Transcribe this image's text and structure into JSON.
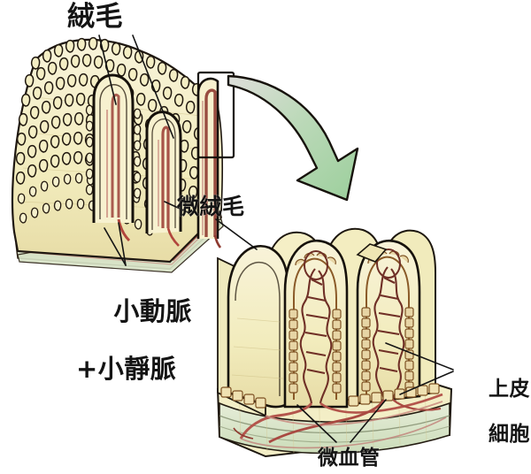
{
  "figure": {
    "kind": "biology-illustration",
    "subject": "Small intestine villi and microvilli structure with capillaries",
    "background_color": "#ffffff",
    "palette": {
      "tissue_cream": "#f3edbe",
      "tissue_cream_light": "#f7f2d4",
      "tissue_shadow": "#e4d9a0",
      "outline_dark": "#1a1410",
      "outline_brown": "#6b4a22",
      "epithelium_tan": "#c99a55",
      "vessel_red": "#b5413f",
      "vessel_pink": "#d98f86",
      "vessel_dark_red": "#7c2d28",
      "muscle_green": "#cfe0c0",
      "arrow_green": "#a9d4a8",
      "label_black": "#141414"
    },
    "panels": [
      {
        "name": "overview-block",
        "position": "left",
        "description": "3D cut block of intestinal wall densely covered with villi; two villi shown in longitudinal section revealing blood vessels"
      },
      {
        "name": "magnified-block",
        "position": "right",
        "description": "Enlarged 3D block showing individual villi with epithelial cell layer and internal capillary network"
      }
    ],
    "magnifier": {
      "box_label": "magnification-region",
      "arrow_label": "magnification-arrow",
      "arrow_direction": "curved right and down"
    }
  },
  "labels": {
    "villi": {
      "text": "絨毛",
      "meaning": "villi",
      "leader_count": 2
    },
    "microvilli": {
      "text": "微絨毛",
      "meaning": "microvilli",
      "leader_count": 2
    },
    "vessels": {
      "line1": "小動脈",
      "line2": "+小靜脈",
      "meaning": "small artery + small vein",
      "leader_count": 2
    },
    "epithelium": {
      "line1": "上皮",
      "line2": "細胞",
      "meaning": "epithelial cells",
      "leader_count": 2
    },
    "capillary": {
      "text": "微血管",
      "meaning": "capillaries",
      "leader_count": 2
    }
  }
}
